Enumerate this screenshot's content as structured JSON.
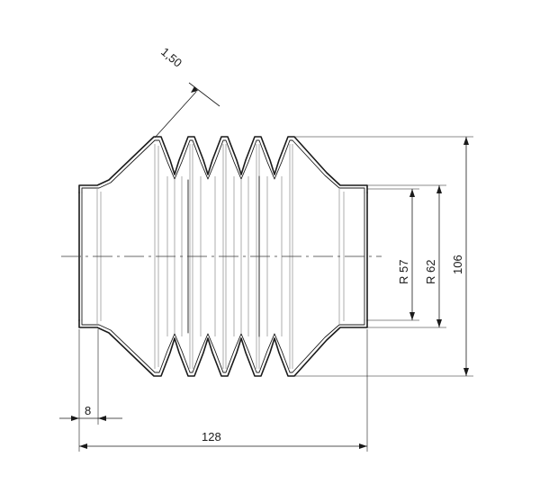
{
  "dimensions": {
    "thickness": "1,50",
    "diameter_inner": "R 57",
    "diameter_mid": "R 62",
    "height_overall": "106",
    "collar_width": "8",
    "length_overall": "128"
  }
}
